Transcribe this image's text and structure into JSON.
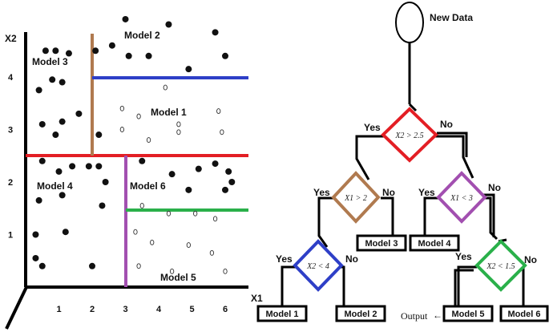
{
  "plot": {
    "axis_x_label": "X1",
    "axis_y_label": "X2",
    "x_ticks": [
      "1",
      "2",
      "3",
      "4",
      "5",
      "6"
    ],
    "y_ticks": [
      "1",
      "2",
      "3",
      "4"
    ],
    "region_labels": {
      "model3": "Model 3",
      "model2": "Model 2",
      "model1": "Model 1",
      "model4": "Model 4",
      "model6": "Model 6",
      "model5": "Model 5"
    },
    "split_colors": {
      "red": "#e31e24",
      "brown": "#b07a4f",
      "blue": "#2e3fc7",
      "purple": "#a24fb0",
      "green": "#2ab04a"
    },
    "filled_points": [
      [
        0.6,
        4.5
      ],
      [
        0.9,
        4.5
      ],
      [
        1.3,
        4.45
      ],
      [
        2.1,
        4.5
      ],
      [
        2.6,
        4.6
      ],
      [
        3.0,
        5.1
      ],
      [
        3.1,
        4.4
      ],
      [
        3.7,
        4.4
      ],
      [
        4.3,
        5.0
      ],
      [
        4.9,
        4.15
      ],
      [
        5.7,
        4.85
      ],
      [
        6.0,
        4.4
      ],
      [
        0.4,
        3.75
      ],
      [
        0.8,
        3.95
      ],
      [
        1.1,
        3.9
      ],
      [
        1.1,
        3.15
      ],
      [
        0.5,
        3.1
      ],
      [
        0.9,
        2.9
      ],
      [
        1.6,
        3.3
      ],
      [
        2.2,
        2.9
      ],
      [
        0.5,
        2.4
      ],
      [
        1.0,
        2.2
      ],
      [
        1.4,
        2.3
      ],
      [
        1.9,
        2.3
      ],
      [
        2.2,
        2.3
      ],
      [
        2.4,
        2.0
      ],
      [
        3.5,
        2.4
      ],
      [
        4.4,
        2.15
      ],
      [
        5.2,
        2.25
      ],
      [
        5.7,
        2.35
      ],
      [
        6.1,
        2.2
      ],
      [
        6.2,
        2.0
      ],
      [
        6.0,
        1.85
      ],
      [
        4.9,
        1.85
      ],
      [
        0.4,
        1.65
      ],
      [
        1.1,
        1.75
      ],
      [
        2.3,
        1.55
      ],
      [
        1.2,
        1.05
      ],
      [
        0.3,
        1.0
      ],
      [
        0.3,
        0.55
      ],
      [
        0.5,
        0.4
      ],
      [
        2.0,
        0.4
      ]
    ],
    "open_points": [
      [
        4.2,
        3.8
      ],
      [
        2.9,
        3.4
      ],
      [
        3.4,
        3.25
      ],
      [
        4.6,
        3.1
      ],
      [
        5.8,
        3.35
      ],
      [
        2.9,
        3.0
      ],
      [
        3.7,
        2.8
      ],
      [
        4.6,
        2.95
      ],
      [
        5.9,
        2.95
      ],
      [
        3.5,
        1.55
      ],
      [
        4.3,
        1.4
      ],
      [
        5.1,
        1.4
      ],
      [
        5.7,
        1.3
      ],
      [
        3.3,
        1.05
      ],
      [
        3.8,
        0.85
      ],
      [
        4.9,
        0.8
      ],
      [
        5.6,
        0.65
      ],
      [
        3.4,
        0.4
      ],
      [
        4.4,
        0.3
      ],
      [
        6.0,
        0.3
      ]
    ]
  },
  "tree": {
    "root_label": "New Data",
    "conditions": {
      "d1": "X2 > 2.5",
      "d2": "X1 > 2",
      "d3": "X1 < 3",
      "d4": "X2 < 4",
      "d5": "X2 < 1.5"
    },
    "yes": "Yes",
    "no": "No",
    "leaves": {
      "m3": "Model 3",
      "m4": "Model 4",
      "m1": "Model 1",
      "m2": "Model 2",
      "m5": "Model 5",
      "m6": "Model 6"
    },
    "output_label": "Output"
  }
}
